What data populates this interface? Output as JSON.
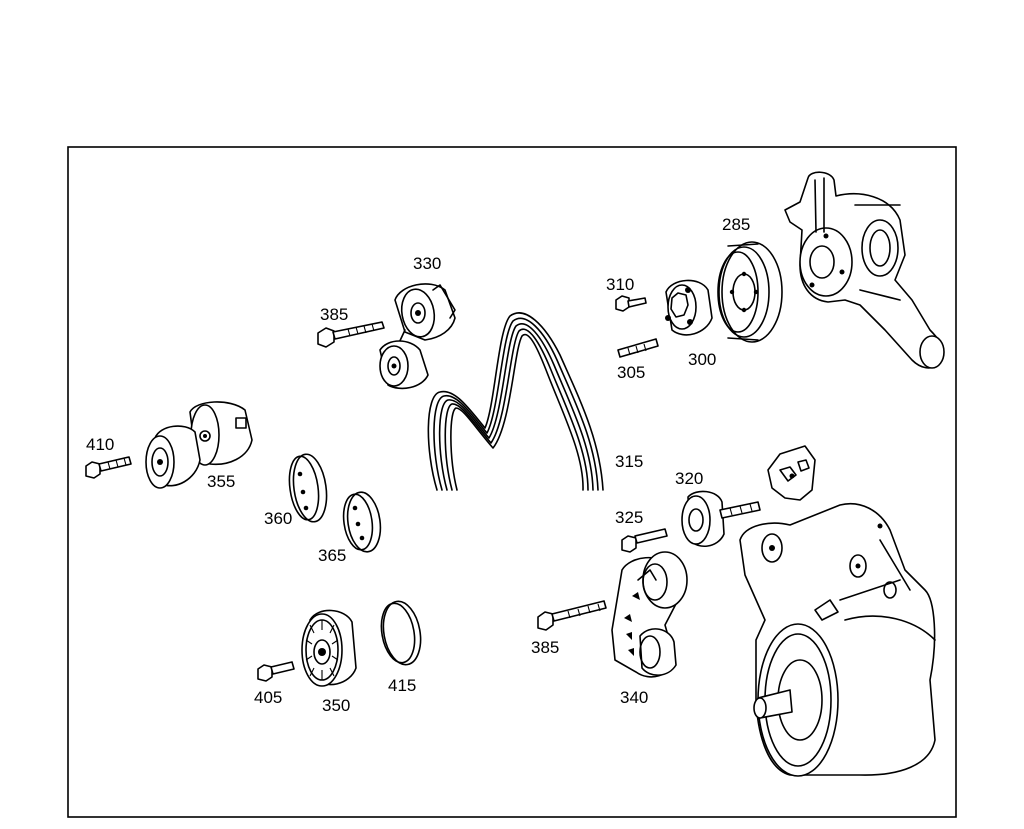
{
  "diagram": {
    "callouts": {
      "c285": "285",
      "c300": "300",
      "c305": "305",
      "c310": "310",
      "c315": "315",
      "c320": "320",
      "c325": "325",
      "c330": "330",
      "c340": "340",
      "c350": "350",
      "c355": "355",
      "c360": "360",
      "c365": "365",
      "c385a": "385",
      "c385b": "385",
      "c405": "405",
      "c410": "410",
      "c415": "415"
    },
    "line_color": "#000000",
    "background_color": "#ffffff"
  }
}
